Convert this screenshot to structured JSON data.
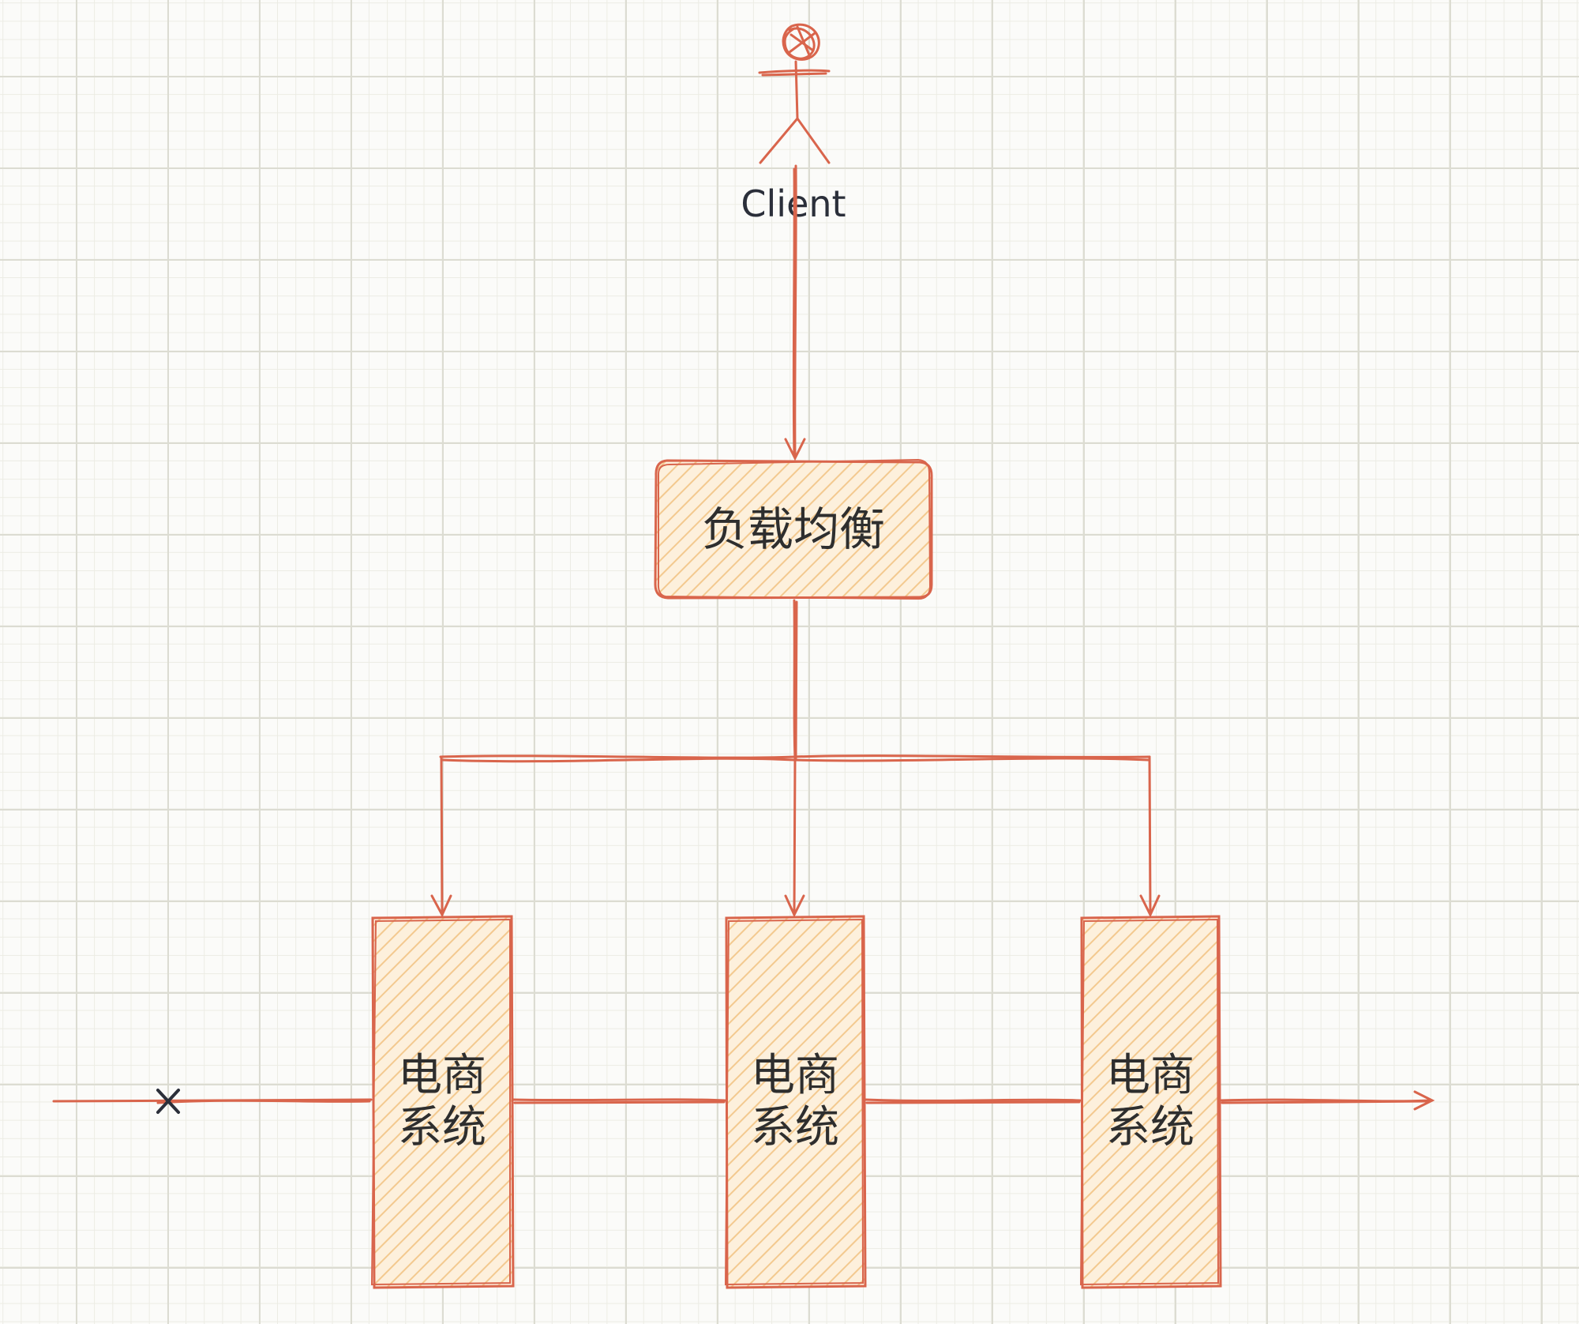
{
  "diagram": {
    "actor": {
      "label": "Client"
    },
    "load_balancer": {
      "label": "负载均衡"
    },
    "servers": [
      {
        "line1": "电商",
        "line2": "系统"
      },
      {
        "line1": "电商",
        "line2": "系统"
      },
      {
        "line1": "电商",
        "line2": "系统"
      }
    ],
    "marker": {
      "symbol": "×"
    }
  },
  "colors": {
    "stroke": "#d9654c",
    "fill": "#f8d9ad",
    "text": "#2e2e2e",
    "grid": "#dcdcd2"
  }
}
